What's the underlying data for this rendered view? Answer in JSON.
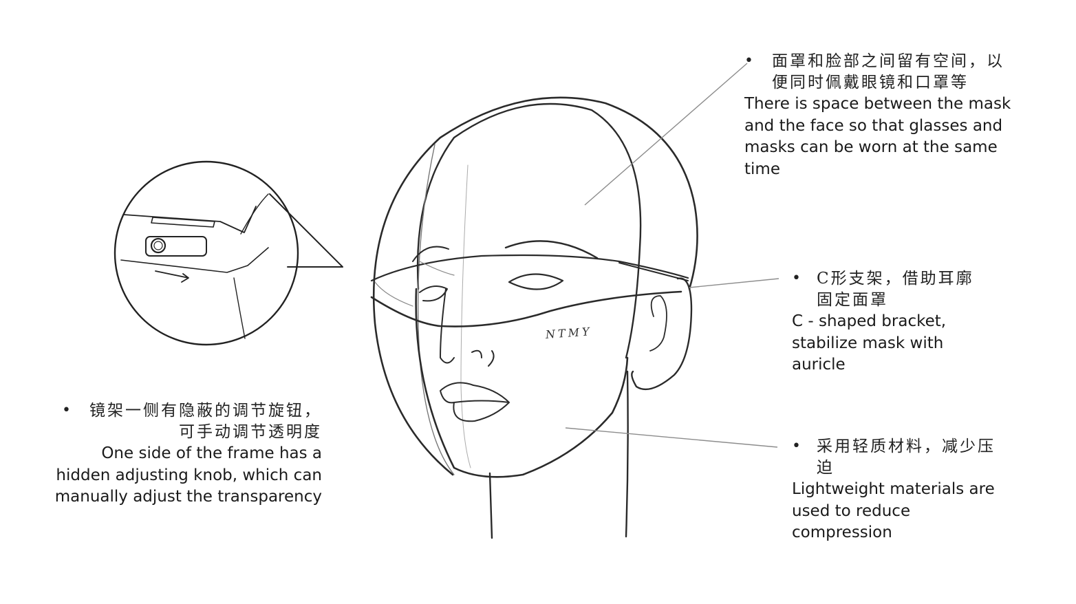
{
  "zoom_inset": {
    "icon": "adjusting-knob-closeup"
  },
  "mask_logo": "NTMY",
  "callouts": {
    "space": {
      "bullet": "•",
      "zh_lines": [
        "面罩和脸部之间留有空间，以",
        "便同时佩戴眼镜和口罩等"
      ],
      "en_lines": [
        "There is space between the mask",
        "and the face so that glasses and",
        "masks can be worn at the same",
        "time"
      ]
    },
    "bracket": {
      "bullet": "•",
      "zh_lines": [
        "C形支架，借助耳廓",
        "固定面罩"
      ],
      "en_lines": [
        "C - shaped bracket,",
        "stabilize mask with",
        "auricle"
      ]
    },
    "lightweight": {
      "bullet": "•",
      "zh_lines": [
        "采用轻质材料，减少压",
        "迫"
      ],
      "en_lines": [
        "Lightweight materials are",
        "used to reduce",
        "compression"
      ]
    },
    "knob": {
      "bullet": "•",
      "zh_lines": [
        "镜架一侧有隐蔽的调节旋钮，",
        "可手动调节透明度"
      ],
      "en_lines": [
        "One side of the frame has a",
        "hidden adjusting knob, which can",
        "manually adjust the transparency"
      ]
    }
  },
  "colors": {
    "ink": "#1a1a1a",
    "leader": "#8c8c8c",
    "background": "#ffffff"
  }
}
